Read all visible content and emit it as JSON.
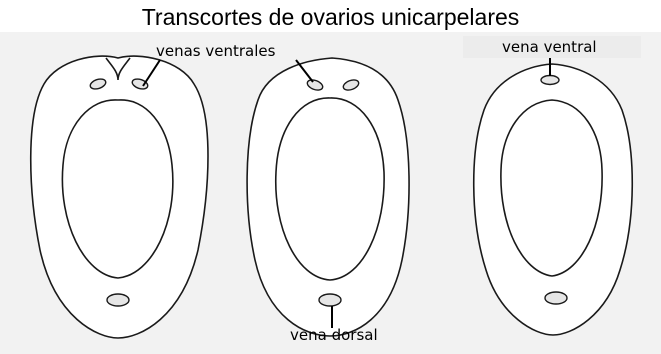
{
  "title": "Transcortes de ovarios unicarpelares",
  "labels": {
    "venas_ventrales": "venas ventrales",
    "vena_ventral": "vena ventral",
    "vena_dorsal": "vena dorsal"
  },
  "colors": {
    "outline": "#1a1a1a",
    "vein_fill": "#e6e6e6",
    "background": "#ffffff"
  }
}
